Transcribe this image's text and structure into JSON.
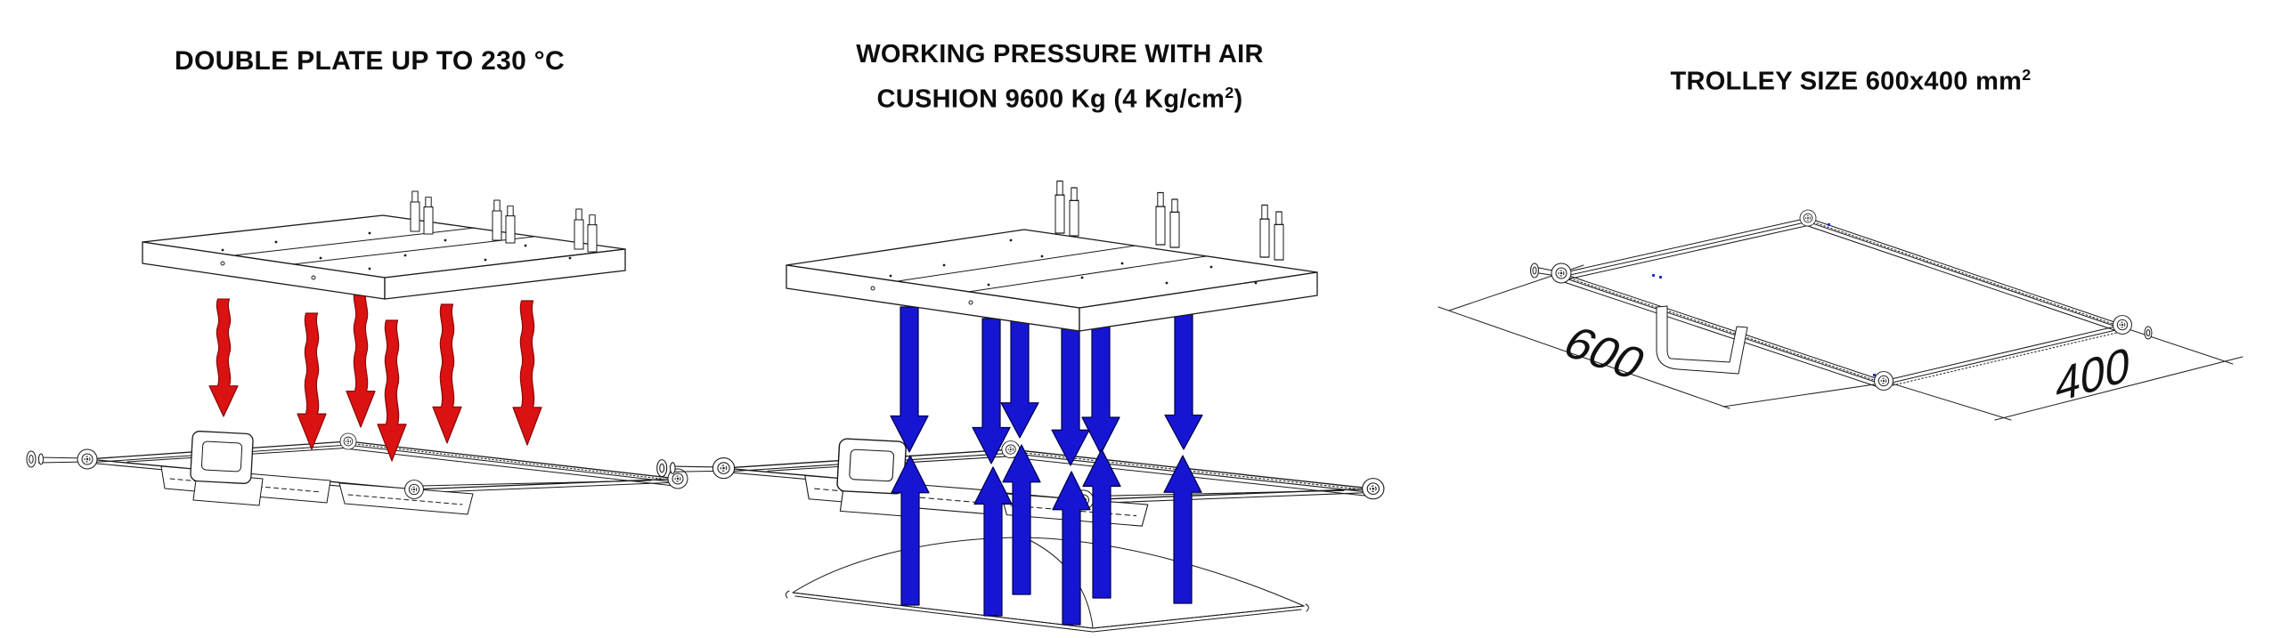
{
  "colors": {
    "background": "#ffffff",
    "line_black": "#1a1a1a",
    "title_text": "#0d0d0d",
    "heat_arrow_fill": "#da1212",
    "heat_arrow_edge": "#8a0808",
    "pressure_arrow_fill": "#1616d2",
    "pressure_arrow_edge": "#00004d",
    "dimension_text": "#111111",
    "rail_joint_blue": "#2233cc"
  },
  "panels": [
    {
      "id": "double-plate",
      "title": "DOUBLE PLATE UP TO 230 °C",
      "heat_arrow_count": 6,
      "arrow_style": "red-wavy-down"
    },
    {
      "id": "working-pressure",
      "title_line1": "WORKING PRESSURE WITH AIR",
      "title_line2_pre": "CUSHION 9600 Kg (4 Kg/cm",
      "title_line2_sup": "2",
      "title_line2_post": ")",
      "down_arrow_count": 6,
      "up_arrow_count": 6,
      "arrow_style": "blue-straight"
    },
    {
      "id": "trolley-size",
      "title_pre": "TROLLEY SIZE 600x400 mm",
      "title_sup": "2",
      "dimensions": {
        "length": "600",
        "width": "400"
      }
    }
  ]
}
